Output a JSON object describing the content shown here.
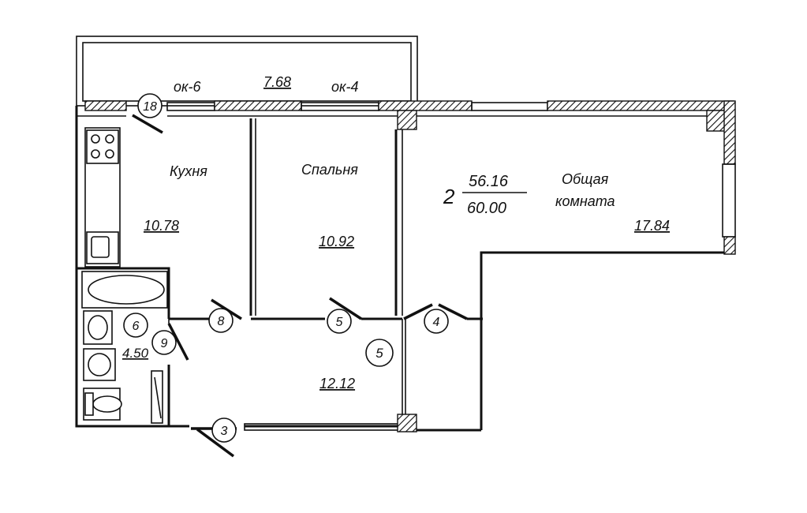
{
  "apartment": {
    "rooms_count": "2",
    "living_area": "56.16",
    "total_area": "60.00"
  },
  "balcony": {
    "area": "7.68",
    "window_left": "ок-6",
    "window_right": "ок-4"
  },
  "rooms": {
    "kitchen": {
      "name": "Кухня",
      "area": "10.78"
    },
    "bedroom": {
      "name": "Спальня",
      "area": "10.92"
    },
    "living": {
      "name_line1": "Общая",
      "name_line2": "комната",
      "area": "17.84"
    },
    "bathroom": {
      "area": "4.50"
    },
    "hall": {
      "area": "12.12"
    }
  },
  "markers": {
    "balcony_door": "18",
    "kitchen_door": "8",
    "bedroom_door": "5",
    "living_door": "4",
    "bathroom_door": "9",
    "bathroom_tag": "6",
    "hall_tag": "5",
    "entrance_door": "3"
  }
}
